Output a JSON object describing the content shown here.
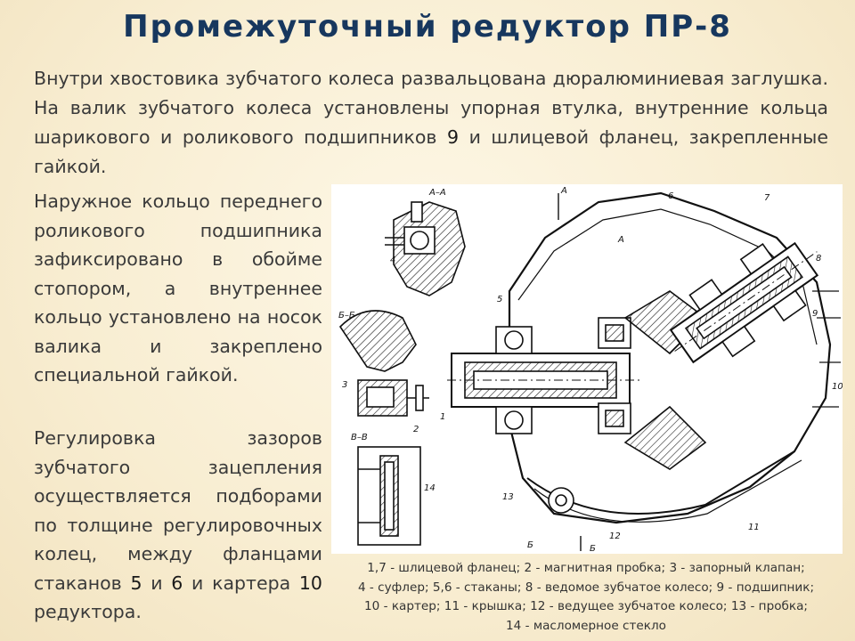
{
  "title": "Промежуточный редуктор ПР-8",
  "intro": {
    "text_before_number": "Внутри хвостовика зубчатого колеса развальцована дюралюминиевая заглушка. На валик зубчатого колеса установлены упорная втулка, внутренние кольца шарикового и роликового подшипников",
    "number": "9",
    "text_after_number": "и шлицевой фланец, закрепленные гайкой."
  },
  "paragraph1": "Наружное кольцо переднего роликового подшипника зафиксировано в обойме стопором, а внутреннее кольцо установлено на носок валика и закреплено специальной гайкой.",
  "paragraph2": {
    "text_1": "Регулировка зазоров зубчатого зацепления осуществляется подборами по толщине регулировочных колец, между фланцами стаканов",
    "n1": "5",
    "text_2": "и",
    "n2": "6",
    "text_3": "и картера",
    "n3": "10",
    "text_4": "редуктора."
  },
  "figure": {
    "section_labels": [
      "А–А",
      "Б–Б",
      "В–В",
      "А",
      "А",
      "Б",
      "Б"
    ],
    "callouts": [
      "1",
      "2",
      "3",
      "4",
      "5",
      "6",
      "7",
      "8",
      "9",
      "10",
      "11",
      "12",
      "13",
      "14"
    ]
  },
  "caption": {
    "line1": "1,7 - шлицевой фланец; 2 - магнитная пробка; 3 - запорный клапан;",
    "line2": "4 - суфлер; 5,6 - стаканы; 8 - ведомое зубчатое колесо; 9 - подшипник;",
    "line3": "10 - картер; 11 - крышка; 12 - ведущее зубчатое колесо; 13 - пробка;",
    "line4": "14 - масломерное стекло"
  },
  "colors": {
    "title": "#17375e",
    "background": "#f8edd1",
    "text": "#3a3a3a"
  }
}
